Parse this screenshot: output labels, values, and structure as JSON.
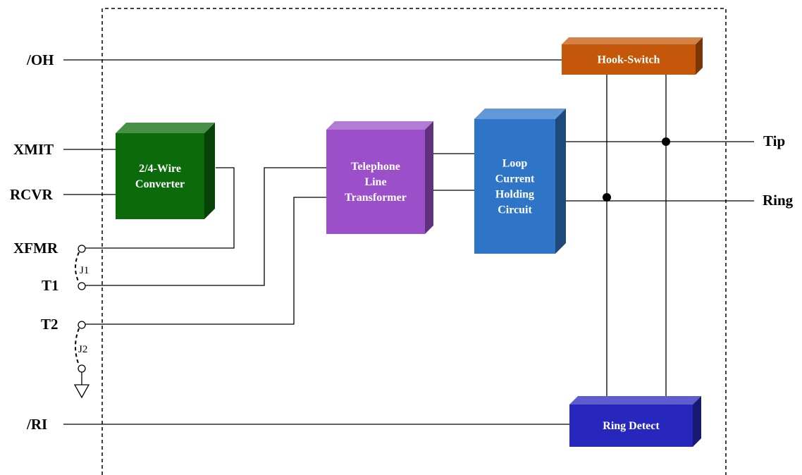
{
  "pins": {
    "oh": "/OH",
    "xmit": "XMIT",
    "rcvr": "RCVR",
    "xfmr": "XFMR",
    "t1": "T1",
    "t2": "T2",
    "ri": "/RI",
    "tip": "Tip",
    "ring": "Ring"
  },
  "jumpers": {
    "j1": "J1",
    "j2": "J2"
  },
  "blocks": {
    "converter": {
      "lines": [
        "2/4-Wire",
        "Converter"
      ],
      "color": "#0b6b0b"
    },
    "transformer": {
      "lines": [
        "Telephone",
        "Line",
        "Transformer"
      ],
      "color": "#9b4fc8"
    },
    "loop": {
      "lines": [
        "Loop",
        "Current",
        "Holding",
        "Circuit"
      ],
      "color": "#2e75c7"
    },
    "hook": {
      "lines": [
        "Hook-Switch"
      ],
      "color": "#c5570a"
    },
    "ringdetect": {
      "lines": [
        "Ring Detect"
      ],
      "color": "#2727bd"
    }
  }
}
